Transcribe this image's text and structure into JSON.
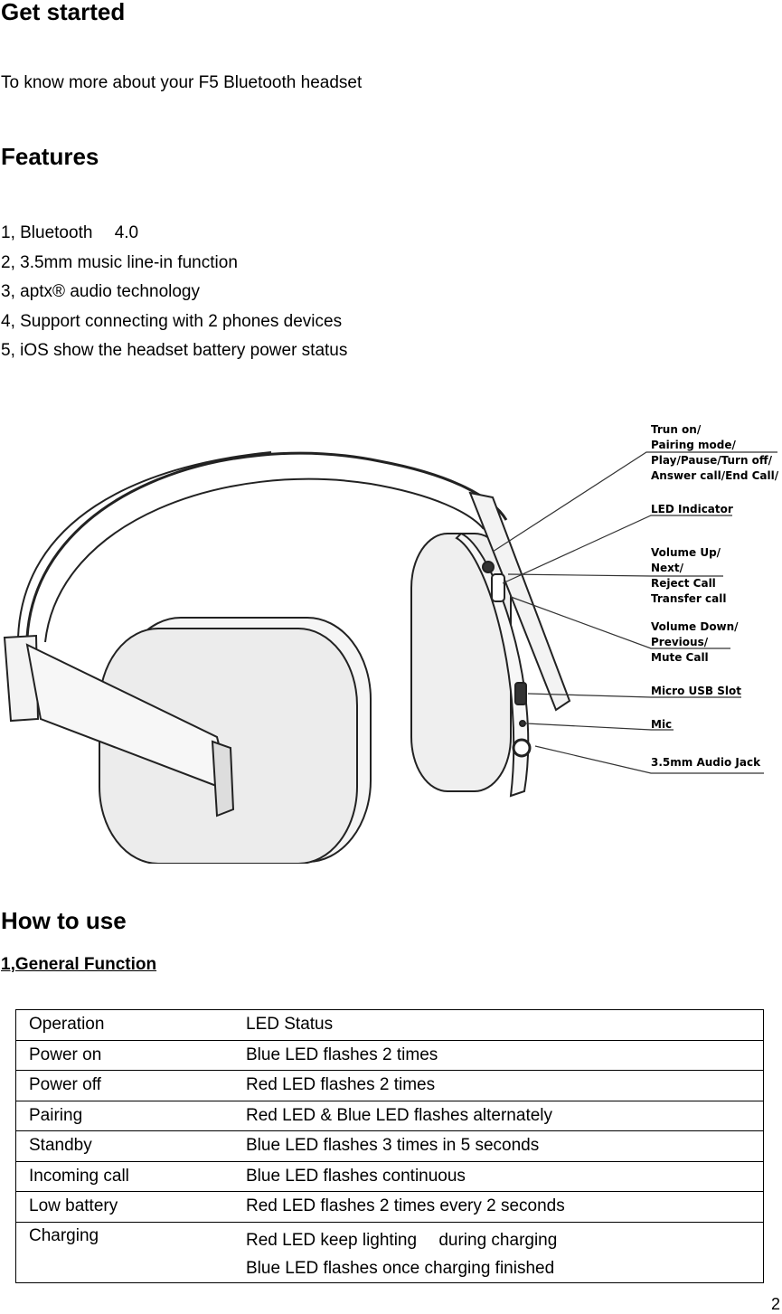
{
  "header": {
    "title": "Get started"
  },
  "intro": "To know more about your F5 Bluetooth headset",
  "features": {
    "title": "Features",
    "items": [
      "1, Bluetooth　 4.0",
      "2, 3.5mm music line-in function",
      "3, aptx® audio technology",
      "4, Support connecting with 2 phones devices",
      "5, iOS show the headset battery power status"
    ]
  },
  "figure": {
    "callouts": {
      "power": [
        "Trun on/",
        "Pairing mode/",
        "Play/Pause/Turn off/",
        "Answer call/End Call/"
      ],
      "led": "LED Indicator",
      "vol_up": [
        "Volume Up/",
        "Next/",
        "Reject Call",
        "Transfer call"
      ],
      "vol_down": [
        "Volume Down/",
        "Previous/",
        "Mute Call"
      ],
      "usb": "Micro USB Slot",
      "mic": "Mic",
      "jack": "3.5mm Audio Jack"
    }
  },
  "how_to_use": {
    "title": "How to use",
    "subtitle": "1,General Function",
    "table": {
      "header": [
        "Operation",
        "LED Status"
      ],
      "rows": [
        [
          "Power on",
          "Blue LED flashes 2 times"
        ],
        [
          "Power off",
          "Red LED flashes 2 times"
        ],
        [
          "Pairing",
          "Red LED & Blue LED flashes alternately"
        ],
        [
          "Standby",
          "Blue LED flashes 3 times in 5 seconds"
        ],
        [
          "Incoming call",
          "Blue LED flashes continuous"
        ],
        [
          "Low battery",
          "Red LED flashes 2 times every 2 seconds"
        ]
      ],
      "charging": {
        "operation": "Charging",
        "line1": "Red LED keep lighting　 during charging",
        "line2": "Blue LED flashes once charging finished"
      }
    }
  },
  "page_number": "2"
}
